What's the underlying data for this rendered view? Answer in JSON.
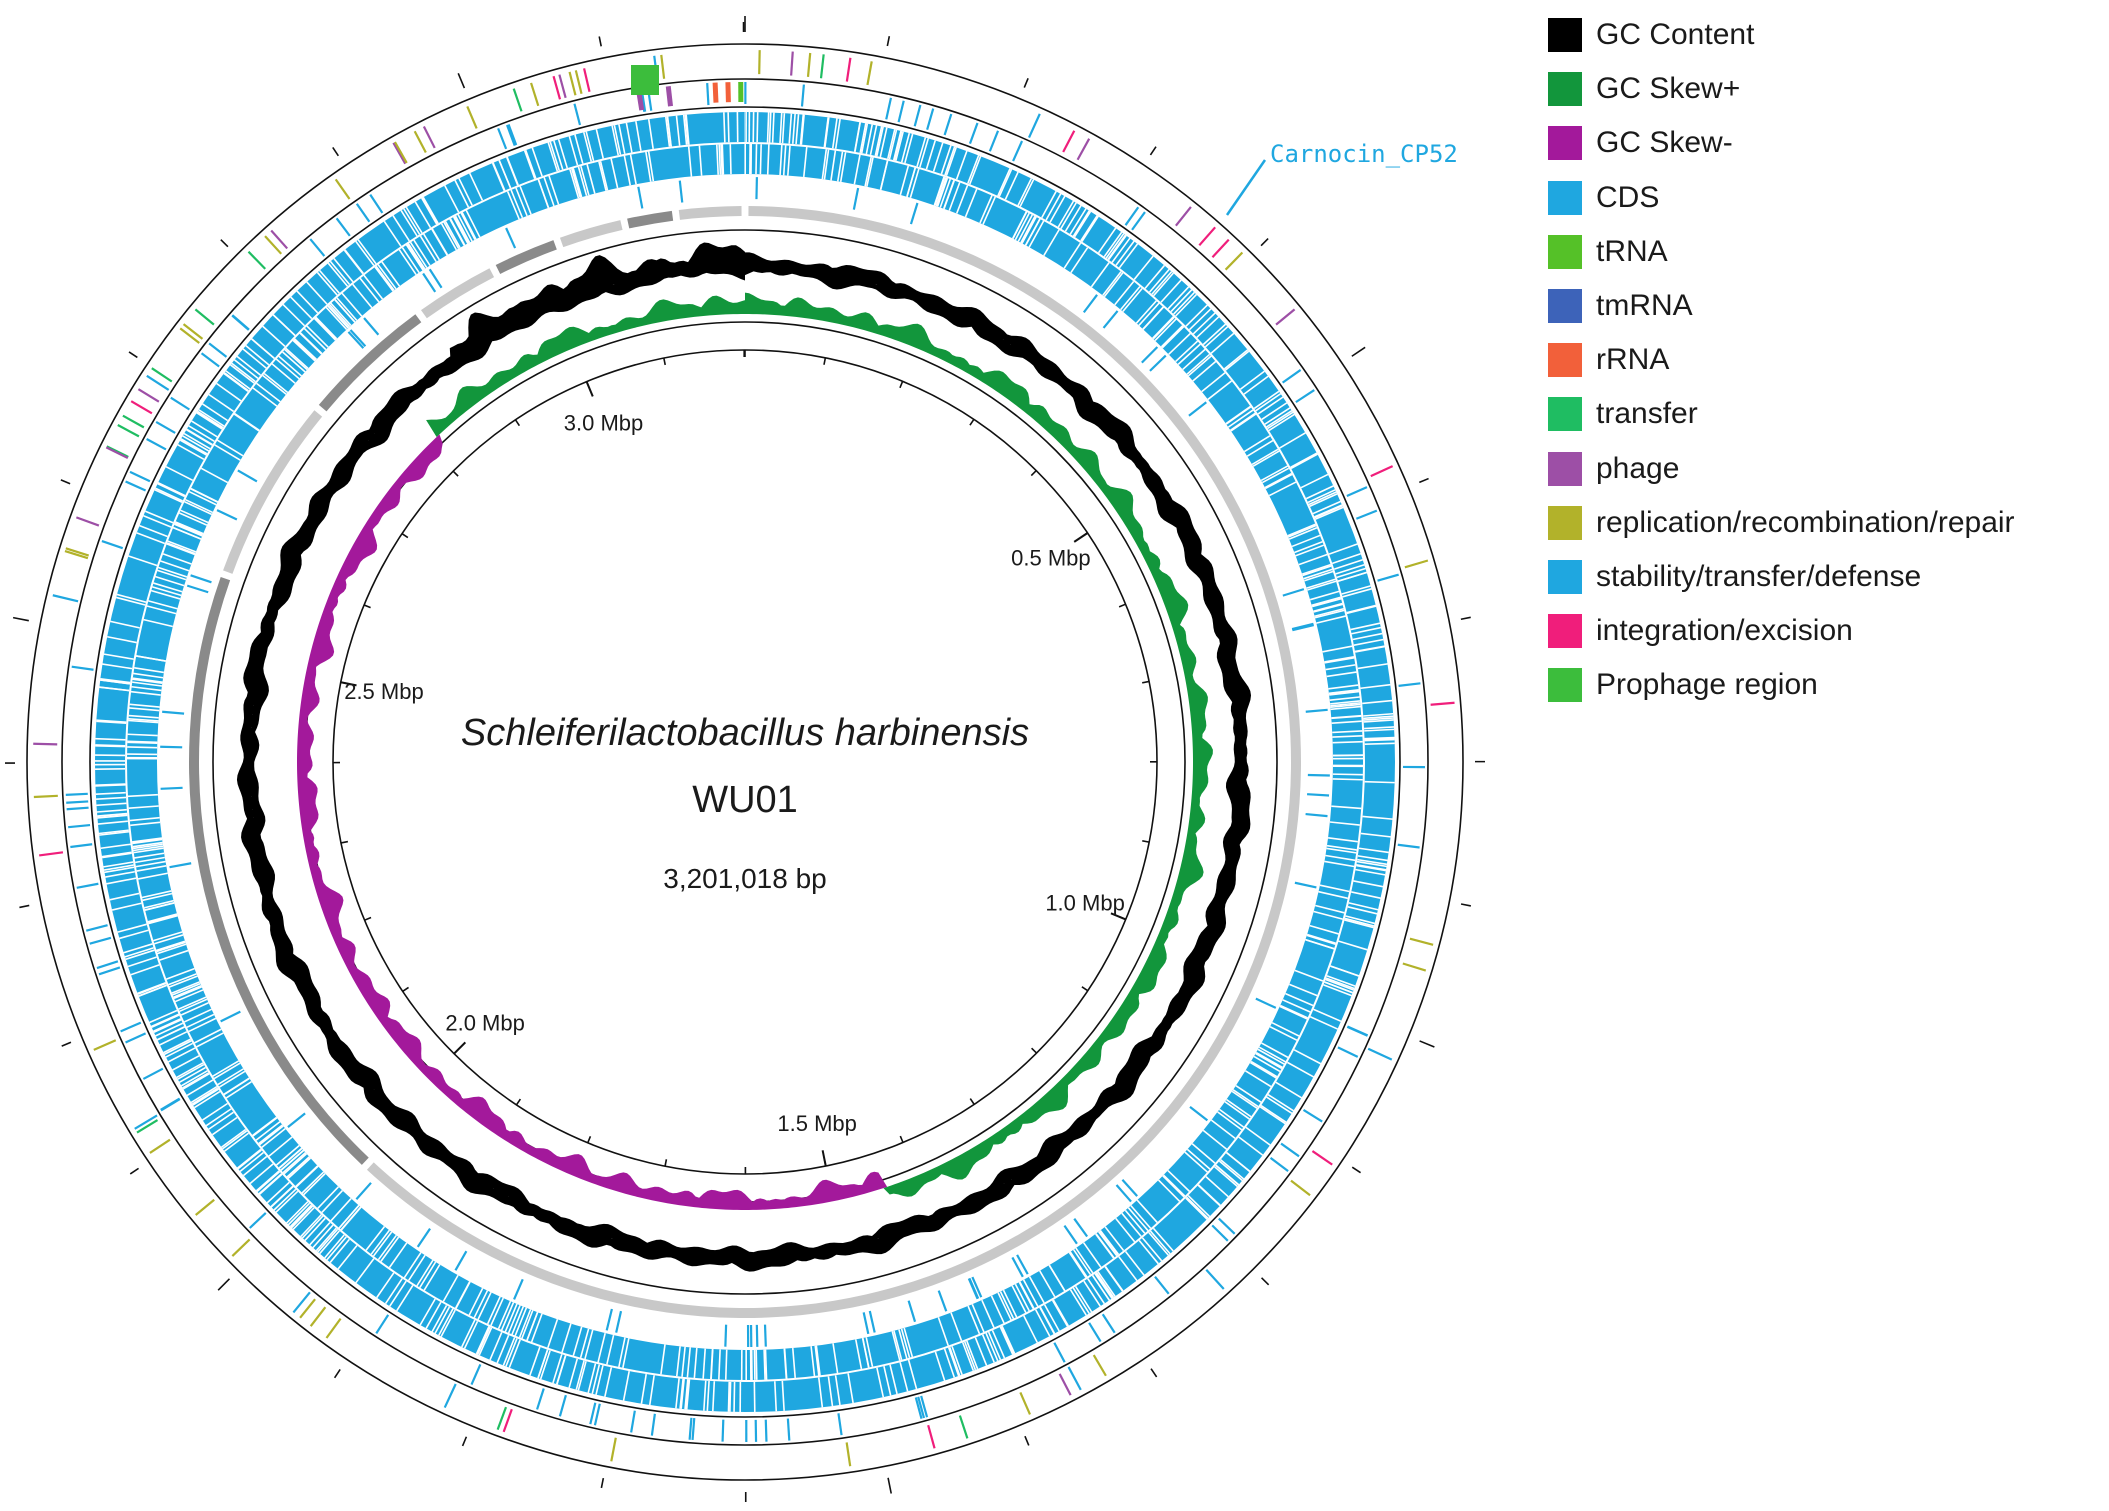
{
  "title": {
    "organism": "Schleiferilactobacillus harbinensis",
    "strain": "WU01",
    "genome_size": "3,201,018 bp"
  },
  "genome_length_bp": 3201018,
  "scale_labels": [
    {
      "label": "0.5 Mbp",
      "bp": 500000
    },
    {
      "label": "1.0 Mbp",
      "bp": 1000000
    },
    {
      "label": "1.5 Mbp",
      "bp": 1500000
    },
    {
      "label": "2.0 Mbp",
      "bp": 2000000
    },
    {
      "label": "2.5 Mbp",
      "bp": 2500000
    },
    {
      "label": "3.0 Mbp",
      "bp": 3000000
    }
  ],
  "annotation": {
    "label": "Carnocin_CP52",
    "color": "#1fa7e0"
  },
  "legend": [
    {
      "label": "GC Content",
      "color": "#000000"
    },
    {
      "label": "GC Skew+",
      "color": "#12963c"
    },
    {
      "label": "GC Skew-",
      "color": "#a3199b"
    },
    {
      "label": "CDS",
      "color": "#1fa7e0"
    },
    {
      "label": "tRNA",
      "color": "#55c128"
    },
    {
      "label": "tmRNA",
      "color": "#3d63b9"
    },
    {
      "label": "rRNA",
      "color": "#f2603a"
    },
    {
      "label": "transfer",
      "color": "#1fbd62"
    },
    {
      "label": "phage",
      "color": "#9d4fa6"
    },
    {
      "label": "replication/recombination/repair",
      "color": "#b2b22a"
    },
    {
      "label": "stability/transfer/defense",
      "color": "#1fa7e0"
    },
    {
      "label": "integration/excision",
      "color": "#f01e7b"
    },
    {
      "label": "Prophage region",
      "color": "#3cbd3c"
    }
  ]
}
